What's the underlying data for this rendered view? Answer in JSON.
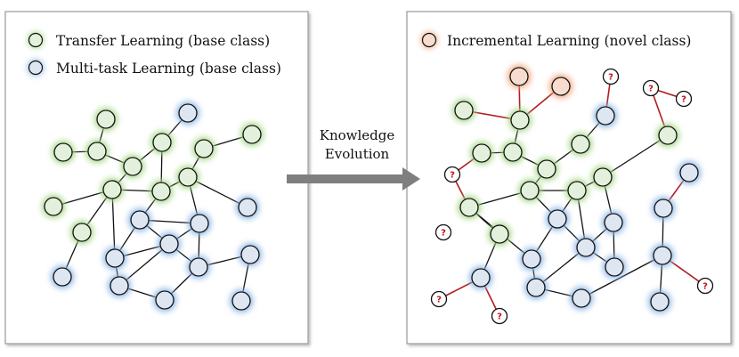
{
  "legend_left": [
    {
      "label": "Transfer Learning (base class)",
      "kind": "green"
    },
    {
      "label": "Multi-task Learning (base class)",
      "kind": "blue"
    }
  ],
  "legend_right": [
    {
      "label": "Incremental Learning (novel class)",
      "kind": "orange"
    }
  ],
  "arrow_label": [
    "Knowledge",
    "Evolution"
  ],
  "question_mark": "?",
  "colors": {
    "green_fill": "#e3f1dc",
    "green_glow": "#a8d889",
    "blue_fill": "#dde6f1",
    "blue_glow": "#8fb8e6",
    "orange_fill": "#f7dccf",
    "orange_glow": "#f0a77f",
    "edge": "#111111",
    "novel_edge": "#b01e22",
    "arrow": "#7f7f7f",
    "panel_border": "#9a9a9a"
  }
}
